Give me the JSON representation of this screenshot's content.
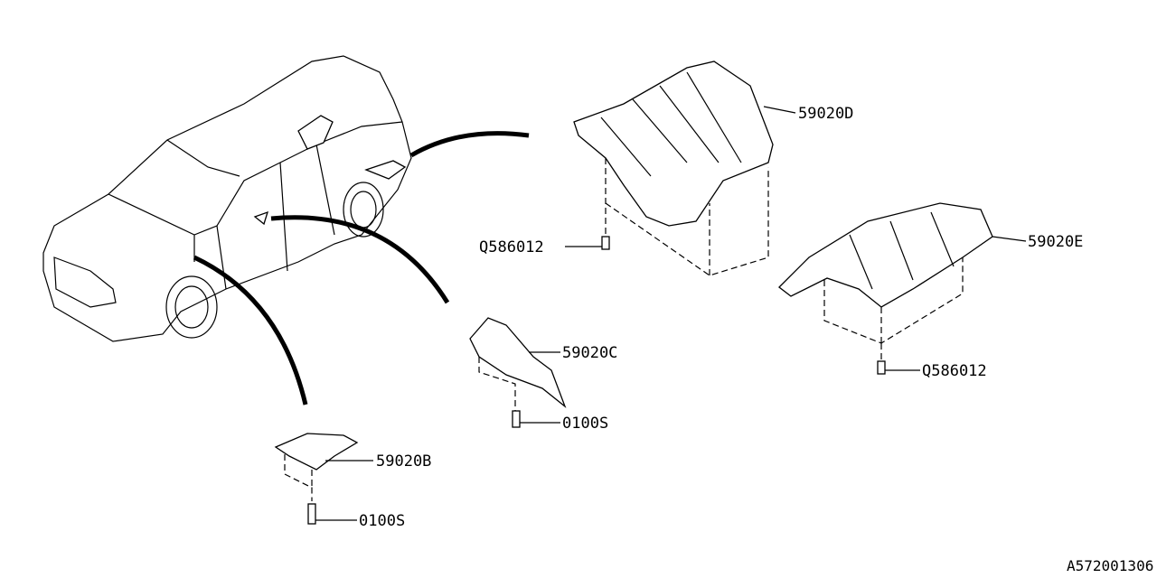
{
  "diagram": {
    "parts": [
      {
        "part_no": "59020D"
      },
      {
        "part_no": "59020E"
      },
      {
        "part_no": "59020C"
      },
      {
        "part_no": "59020B"
      }
    ],
    "fasteners": [
      {
        "part_no": "Q586012"
      },
      {
        "part_no": "Q586012"
      },
      {
        "part_no": "0100S"
      },
      {
        "part_no": "0100S"
      }
    ],
    "diagram_id": "A572001306"
  }
}
